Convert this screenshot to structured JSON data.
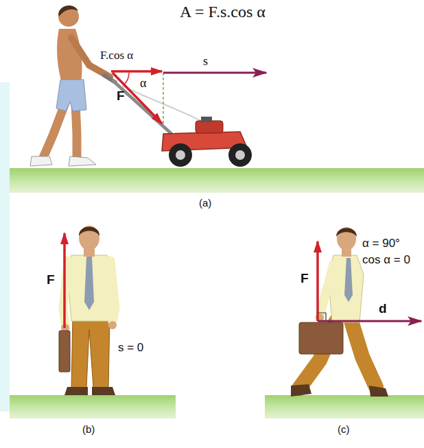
{
  "diagram": {
    "labels": [
      "A = F.s.cos α",
      "F.cos α",
      "s",
      "F",
      "α",
      "(a)",
      "F",
      "s = 0",
      "(b)",
      "F",
      "α = 90°",
      "cos α = 0",
      "d",
      "(c)"
    ]
  }
}
